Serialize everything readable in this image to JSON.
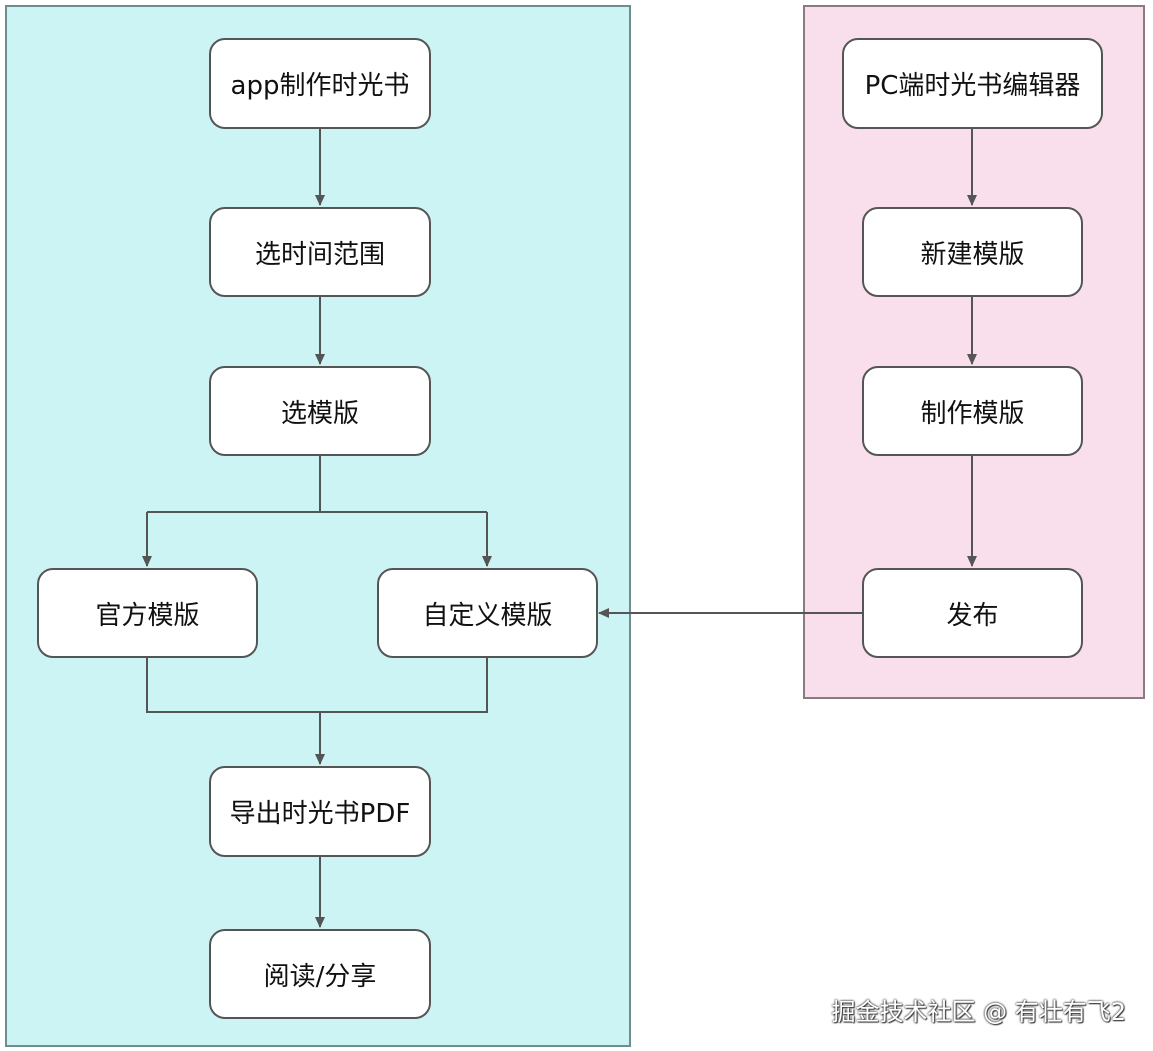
{
  "diagram": {
    "nodes": {
      "app_make": "app制作时光书",
      "select_time_range": "选时间范围",
      "select_template": "选模版",
      "official_template": "官方模版",
      "custom_template": "自定义模版",
      "export_pdf": "导出时光书PDF",
      "read_share": "阅读/分享",
      "pc_editor": "PC端时光书编辑器",
      "new_template": "新建模版",
      "make_template": "制作模版",
      "publish": "发布"
    },
    "edges": [
      {
        "from": "app_make",
        "to": "select_time_range"
      },
      {
        "from": "select_time_range",
        "to": "select_template"
      },
      {
        "from": "select_template",
        "to": "official_template"
      },
      {
        "from": "select_template",
        "to": "custom_template"
      },
      {
        "from": "official_template",
        "to": "export_pdf"
      },
      {
        "from": "custom_template",
        "to": "export_pdf"
      },
      {
        "from": "export_pdf",
        "to": "read_share"
      },
      {
        "from": "pc_editor",
        "to": "new_template"
      },
      {
        "from": "new_template",
        "to": "make_template"
      },
      {
        "from": "make_template",
        "to": "publish"
      },
      {
        "from": "publish",
        "to": "custom_template"
      }
    ],
    "colors": {
      "left_panel_fill": "#cdf4f5",
      "right_panel_fill": "#f9dfec",
      "node_fill": "#ffffff",
      "line": "#555555"
    }
  },
  "watermark": "掘金技术社区 @ 有壮有飞2"
}
